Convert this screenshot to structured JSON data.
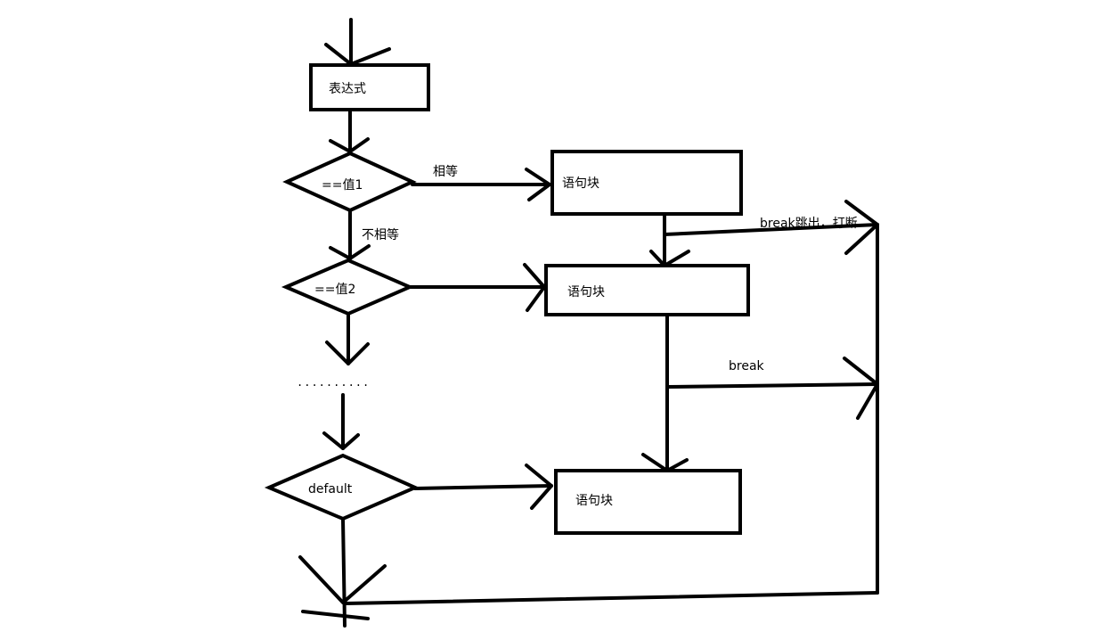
{
  "nodes": {
    "expression": "表达式",
    "cond1": "==值1",
    "cond2": "==值2",
    "cond_default": "default",
    "block1": "语句块",
    "block2": "语句块",
    "block3": "语句块",
    "ellipsis": ".........."
  },
  "edges": {
    "equal": "相等",
    "not_equal": "不相等",
    "break_jump": "break跳出，打断",
    "break": "break"
  }
}
